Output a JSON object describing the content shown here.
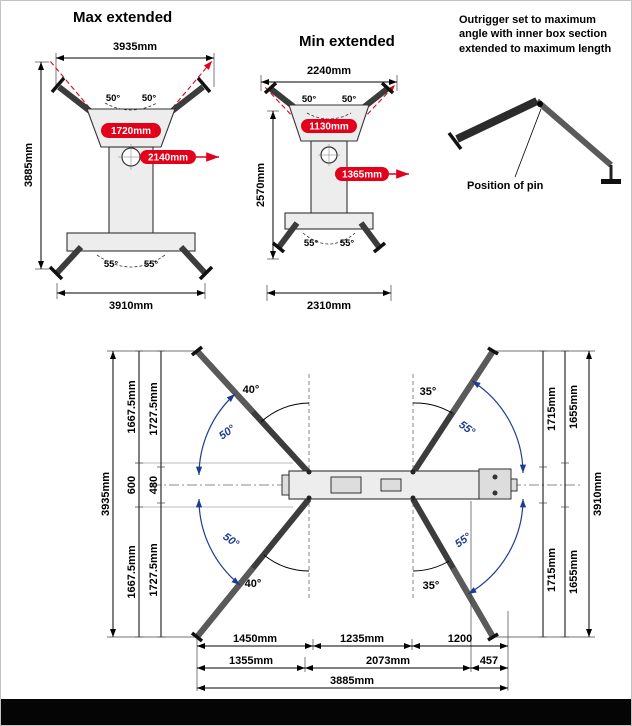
{
  "colors": {
    "accent_red": "#e2001a",
    "angle_blue": "#1d3d91"
  },
  "max_diagram": {
    "title": "Max extended",
    "top_width": "3935mm",
    "angle_top_left": "50°",
    "angle_top_right": "50°",
    "inner_reach": "1720mm",
    "outer_reach": "2140mm",
    "overall_height": "3885mm",
    "bottom_width": "3910mm",
    "angle_bottom_left": "55°",
    "angle_bottom_right": "55°"
  },
  "min_diagram": {
    "title": "Min extended",
    "top_width": "2240mm",
    "angle_top_left": "50°",
    "angle_top_right": "50°",
    "inner_reach": "1130mm",
    "outer_reach": "1365mm",
    "overall_height": "2570mm",
    "bottom_width": "2310mm",
    "angle_bottom_left": "55°",
    "angle_bottom_right": "55°"
  },
  "note": {
    "text": "Outrigger set to maximum angle with inner box section extended to maximum length",
    "pin_label": "Position of pin"
  },
  "plan": {
    "left": {
      "seg_top_a": "1667.5mm",
      "seg_top_b": "1727.5mm",
      "total": "3935mm",
      "mid_a": "600",
      "mid_b": "480",
      "seg_bottom_a": "1667.5mm",
      "seg_bottom_b": "1727.5mm"
    },
    "right": {
      "seg_top_a": "1715mm",
      "seg_top_b": "1655mm",
      "total": "3910mm",
      "seg_bottom_a": "1715mm",
      "seg_bottom_b": "1655mm"
    },
    "angles": {
      "front_top": "40°",
      "front_top_sweep": "50°",
      "rear_top": "35°",
      "rear_top_sweep": "55°",
      "front_bottom_sweep": "50°",
      "front_bottom": "40°",
      "rear_bottom_sweep": "55°",
      "rear_bottom": "35°"
    },
    "bottom": {
      "row1_a": "1450mm",
      "row1_b": "1235mm",
      "row1_c": "1200",
      "row2_a": "1355mm",
      "row2_b": "2073mm",
      "row2_c": "457",
      "total": "3885mm"
    }
  }
}
